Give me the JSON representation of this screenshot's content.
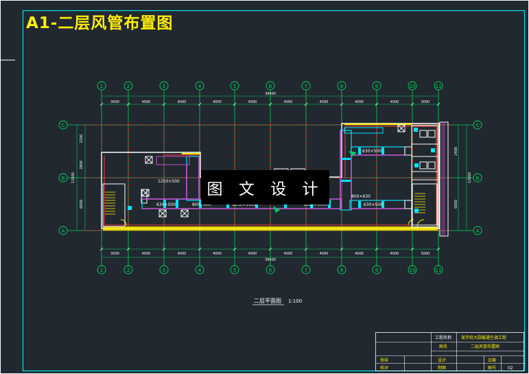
{
  "title": "A1-二层风管布置图",
  "watermark": "图 文 设 计",
  "axes": {
    "top_bubbles": [
      "1",
      "2",
      "3",
      "4",
      "5",
      "6",
      "7",
      "8",
      "9",
      "10",
      "11"
    ],
    "row_bubbles": [
      "C",
      "B",
      "A"
    ],
    "top_dims": [
      "3000",
      "4000",
      "4000",
      "4000",
      "4000",
      "4000",
      "4000",
      "4000",
      "4000",
      "3000"
    ],
    "bottom_dims": [
      "3000",
      "4000",
      "4000",
      "4000",
      "4000",
      "4000",
      "4000",
      "4000",
      "4000",
      "5000"
    ],
    "overall_dim_top": "38400",
    "overall_dim_bottom": "38400",
    "left_dims": [
      "2200",
      "2800",
      "6000"
    ],
    "left_total": "12000",
    "right_dims": [
      "2400",
      "6000"
    ],
    "right_total": "12000"
  },
  "duct_labels": [
    "630×500",
    "800×400",
    "1250×1000",
    "1600×1000",
    "1250×500",
    "630×500",
    "630×500",
    "800×630"
  ],
  "plan_caption": "二层平面图",
  "plan_scale": "1:100",
  "title_block": {
    "r1_label": "工程名称",
    "r1_value": "某学校大厨暖通空调工程",
    "r2_label": "图名",
    "r2_value": "二层风管布置图",
    "r3_a": "审核",
    "r3_b": "设计",
    "r3_c": "日期",
    "r4_a": "校对",
    "r4_b": "制图",
    "r4_c": "图号",
    "r4_d": "02"
  }
}
